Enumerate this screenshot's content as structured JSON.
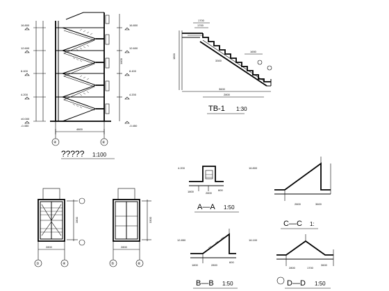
{
  "drawing": {
    "section_title": "?????",
    "section_scale": "1:100",
    "tb1_title": "TB-1",
    "tb1_scale": "1:30",
    "aa_title": "A—A",
    "aa_scale": "1:50",
    "bb_title": "B—B",
    "bb_scale": "1:50",
    "cc_title": "C—C",
    "cc_scale": "1:",
    "dd_title": "D—D",
    "dd_scale": "1:50"
  },
  "section": {
    "elevations": [
      "16.800",
      "12.600",
      "8.400",
      "4.200",
      "±0.000"
    ],
    "right_elevations": [
      "16.800",
      "12.600",
      "8.400",
      "4.200",
      "-0.450"
    ],
    "left_bottom": "-0.450",
    "bottom_dim": "4800",
    "grid_left": "④",
    "grid_right": "⑥",
    "dim_1400": "1400"
  },
  "tb1": {
    "dims": [
      "1700",
      "1700",
      "1650",
      "3300",
      "3600",
      "2800"
    ],
    "height": "1800"
  },
  "plans": {
    "left_grids": [
      "③",
      "④"
    ],
    "right_grids": [
      "⑤",
      "⑥"
    ],
    "left_dims": [
      "2800",
      "2800"
    ],
    "right_dims": [
      "2800",
      "3300"
    ]
  },
  "details": {
    "aa_dims": [
      "1800",
      "2800",
      "600"
    ],
    "bb_dims": [
      "1800",
      "2800",
      "600"
    ],
    "cc_dims": [
      "2800",
      "3600"
    ],
    "dd_dims": [
      "2800",
      "1700",
      "3600"
    ],
    "levels": [
      "4.200",
      "16.800",
      "12.850",
      "16.100"
    ]
  }
}
